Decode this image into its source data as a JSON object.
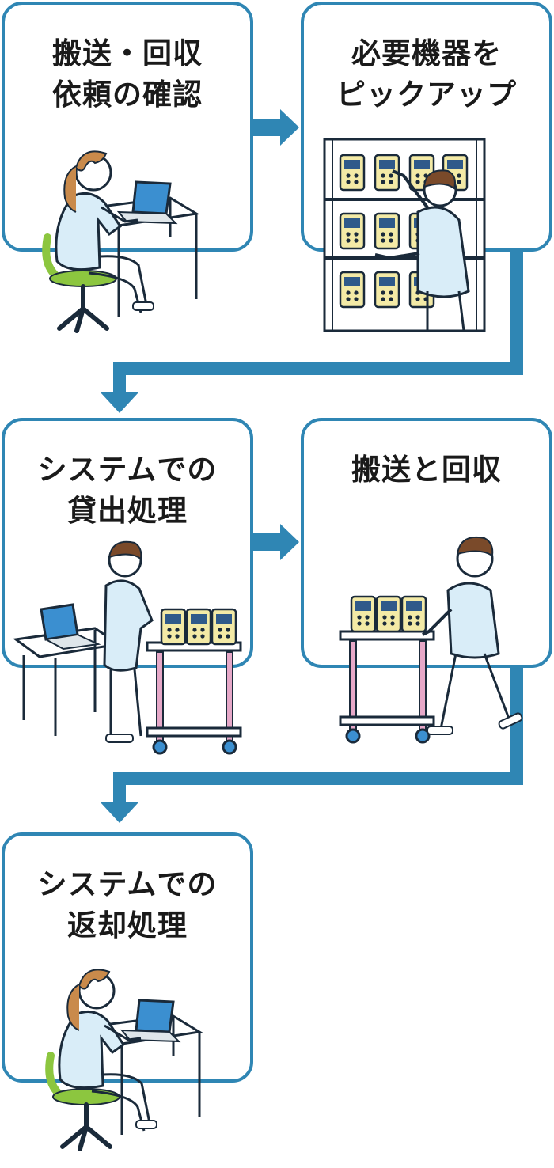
{
  "colors": {
    "border": "#2f86b4",
    "arrow": "#2f86b4",
    "shirt": "#d9edf8",
    "device": "#f3eaa6",
    "chair": "#8cc63f",
    "cart_frame": "#e6a8c8",
    "laptop": "#3b8fd0"
  },
  "steps": [
    {
      "line1": "搬送・回収",
      "line2": "依頼の確認"
    },
    {
      "line1": "必要機器を",
      "line2": "ピックアップ"
    },
    {
      "line1": "システムでの",
      "line2": "貸出処理"
    },
    {
      "line1": "搬送と回収",
      "line2": ""
    },
    {
      "line1": "システムでの",
      "line2": "返却処理"
    }
  ],
  "illustrations": [
    {
      "name": "woman-at-laptop"
    },
    {
      "name": "man-picking-devices-from-shelf"
    },
    {
      "name": "man-loading-cart"
    },
    {
      "name": "man-pushing-cart"
    },
    {
      "name": "woman-at-laptop"
    }
  ]
}
